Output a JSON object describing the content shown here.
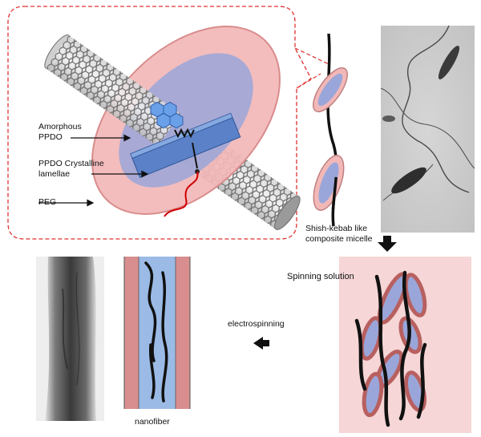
{
  "labels": {
    "amorphous_line1": "Amorphous",
    "amorphous_line2": "PPDO",
    "crystalline_line1": "PPDO Crystalline",
    "crystalline_line2": "lamellae",
    "peg": "PEG",
    "micelle_line1": "Shish-kebab like",
    "micelle_line2": "composite micelle",
    "spinning_solution": "Spinning solution",
    "electrospinning": "electrospinning",
    "nanofiber": "nanofiber"
  },
  "colors": {
    "outer_pink": "#f2b8b8",
    "outer_pink_edge": "#d98c8c",
    "inner_blue": "#9aa6d9",
    "crystal_blue": "#5b82c8",
    "cnt_gray": "#8a8a8a",
    "chain_red": "#d00000",
    "dashed_border": "#e03030",
    "solution_bg": "#f6d6d6",
    "micelle_outline": "#b86060"
  },
  "icons": [
    "arrow-down-icon",
    "arrow-left-icon"
  ]
}
